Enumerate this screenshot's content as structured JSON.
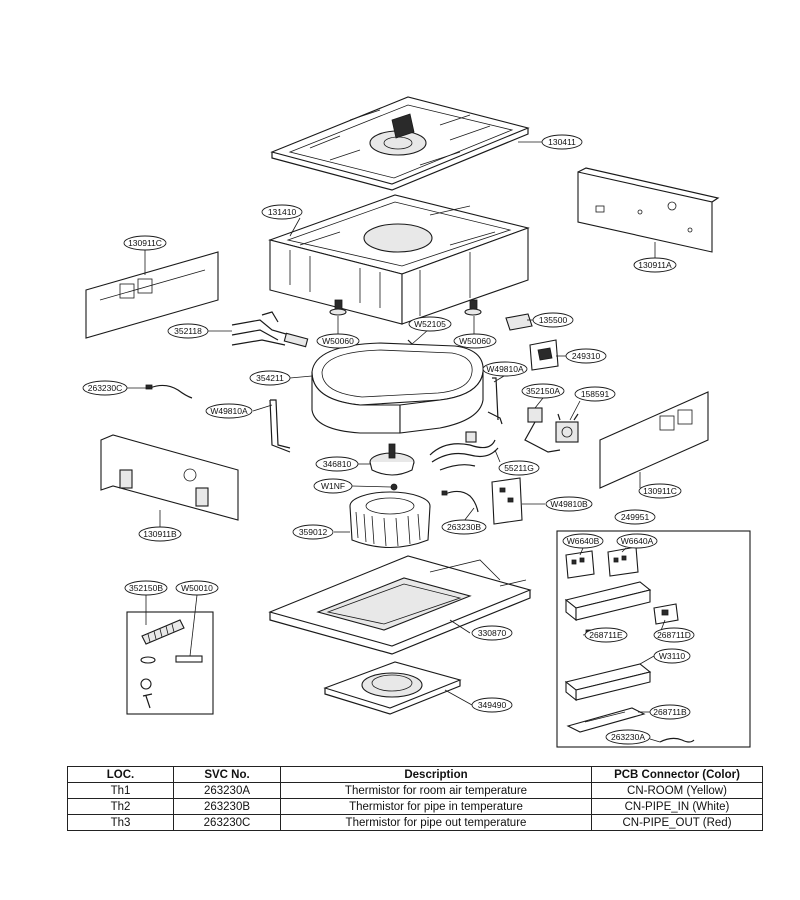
{
  "callouts": {
    "c130411": "130411",
    "c131410": "131410",
    "c130911A": "130911A",
    "c130911C_l": "130911C",
    "c352118": "352118",
    "c W50060_l": "W50060",
    "c52105": "W52105",
    "cW50060_r": "W50060",
    "c135500": "135500",
    "c249310": "249310",
    "c263230C": "263230C",
    "c354211": "354211",
    "cW49810A_r": "W49810A",
    "c352150A": "352150A",
    "c158591": "158591",
    "cW49810A_l": "W49810A",
    "c346810": "346810",
    "cW1NF": "W1NF",
    "c55211G": "55211G",
    "c130911C_r": "130911C",
    "c130911B": "130911B",
    "c359012": "359012",
    "c263230B": "263230B",
    "cW49810B": "W49810B",
    "c249951": "249951",
    "cW6640B": "W6640B",
    "cW6640A": "W6640A",
    "c352150B": "352150B",
    "cW50010": "W50010",
    "c330870": "330870",
    "c268711E": "268711E",
    "c268711D": "268711D",
    "cW3110": "W3110",
    "c349490": "349490",
    "c268711B": "268711B",
    "c263230A": "263230A"
  },
  "table": {
    "headers": [
      "LOC.",
      "SVC No.",
      "Description",
      "PCB Connector (Color)"
    ],
    "rows": [
      [
        "Th1",
        "263230A",
        "Thermistor for room air temperature",
        "CN-ROOM (Yellow)"
      ],
      [
        "Th2",
        "263230B",
        "Thermistor for pipe in temperature",
        "CN-PIPE_IN (White)"
      ],
      [
        "Th3",
        "263230C",
        "Thermistor for pipe out temperature",
        "CN-PIPE_OUT (Red)"
      ]
    ]
  }
}
